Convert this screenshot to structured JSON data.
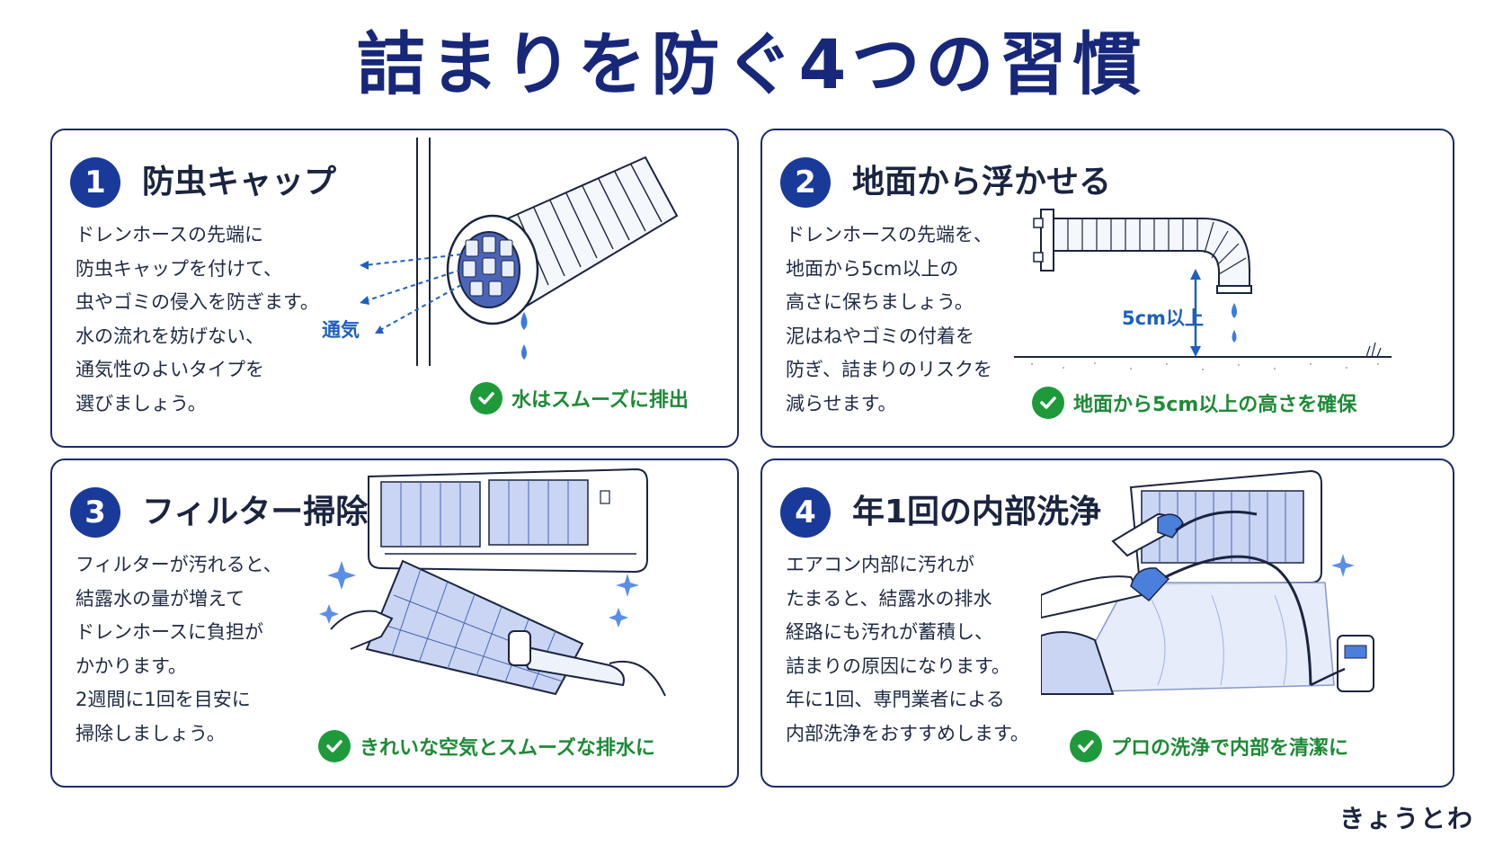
{
  "title": "詰まりを防ぐ4つの習慣",
  "cards": [
    {
      "number": "1",
      "heading": "防虫キャップ",
      "body": [
        "ドレンホースの先端に",
        "防虫キャップを付けて、",
        "虫やゴミの侵入を防ぎます。",
        "水の流れを妨げない、",
        "通気性のよいタイプを",
        "選びましょう。"
      ],
      "illustration_label": "通気",
      "check": "水はスムーズに排出"
    },
    {
      "number": "2",
      "heading": "地面から浮かせる",
      "body": [
        "ドレンホースの先端を、",
        "地面から5cm以上の",
        "高さに保ちましょう。",
        "泥はねやゴミの付着を",
        "防ぎ、詰まりのリスクを",
        "減らせます。"
      ],
      "illustration_label": "5cm以上",
      "check": "地面から5cm以上の高さを確保"
    },
    {
      "number": "3",
      "heading": "フィルター掃除",
      "body": [
        "フィルターが汚れると、",
        "結露水の量が増えて",
        "ドレンホースに負担が",
        "かかります。",
        "2週間に1回を目安に",
        "掃除しましょう。"
      ],
      "check": "きれいな空気とスムーズな排水に"
    },
    {
      "number": "4",
      "heading": "年1回の内部洗浄",
      "body": [
        "エアコン内部に汚れが",
        "たまると、結露水の排水",
        "経路にも汚れが蓄積し、",
        "詰まりの原因になります。",
        "年に1回、専門業者による",
        "内部洗浄をおすすめします。"
      ],
      "check": "プロの洗浄で内部を清潔に"
    }
  ],
  "brand": "きょうとわ",
  "colors": {
    "title": "#17287a",
    "accent": "#1a3a9a",
    "check": "#1e9a3a",
    "border": "#1b2a6b",
    "label": "#1f5fbf"
  }
}
